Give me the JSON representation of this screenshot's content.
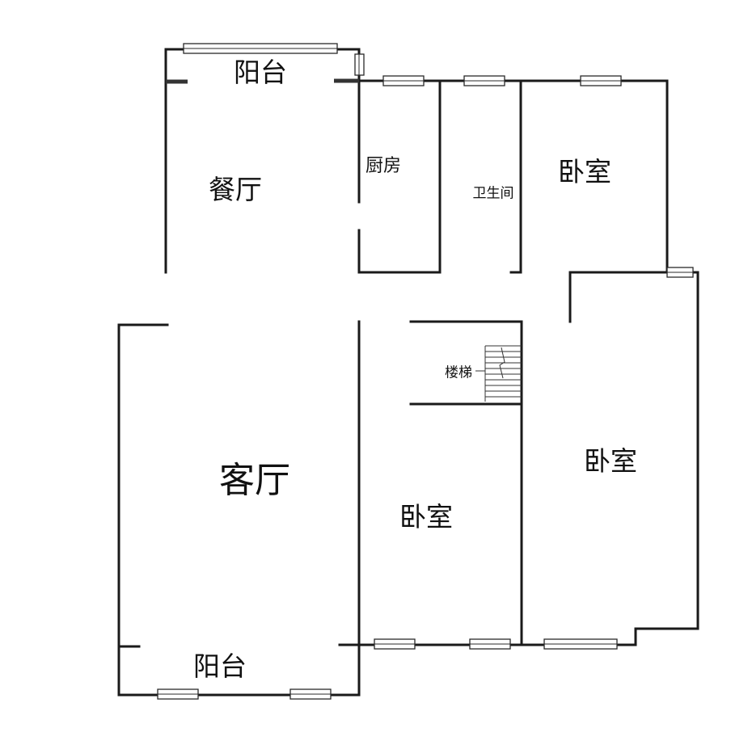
{
  "rooms": {
    "balcony_top": "阳台",
    "dining": "餐厅",
    "kitchen": "厨房",
    "bathroom": "卫生间",
    "bedroom_ne": "卧室",
    "stairs": "楼梯",
    "living": "客厅",
    "bedroom_middle": "卧室",
    "bedroom_east": "卧室",
    "balcony_bottom": "阳台"
  }
}
